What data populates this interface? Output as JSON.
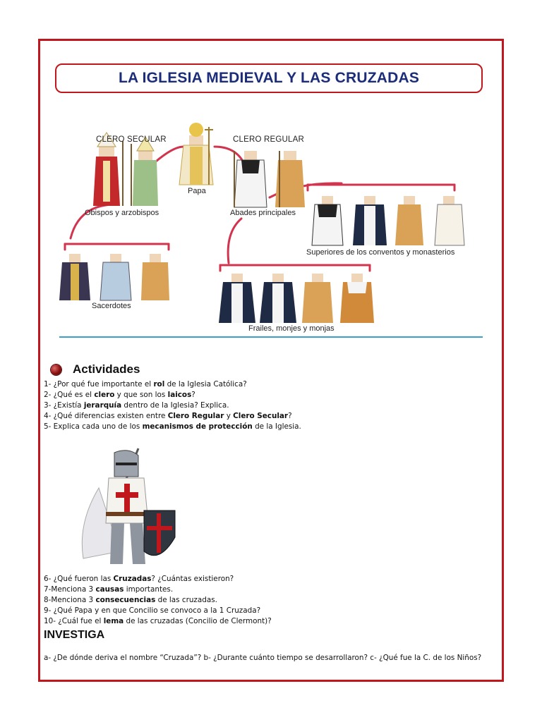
{
  "title": "LA IGLESIA MEDIEVAL Y LAS CRUZADAS",
  "diagram": {
    "clero_secular": "CLERO SECULAR",
    "clero_regular": "CLERO REGULAR",
    "papa": "Papa",
    "obispos": "Obispos y arzobispos",
    "abades": "Abades principales",
    "superiores": "Superiores de los conventos y monasterios",
    "sacerdotes": "Sacerdotes",
    "frailes": "Frailes, monjes y monjas"
  },
  "actividades": {
    "heading": "Actividades",
    "questions": [
      {
        "pre": "1- ¿Por qué fue importante el ",
        "b1": "rol",
        "mid": " de la Iglesia Católica?",
        "b2": "",
        "post": ""
      },
      {
        "pre": "2- ¿Qué es el ",
        "b1": "clero",
        "mid": " y que son los ",
        "b2": "laicos",
        "post": "?"
      },
      {
        "pre": "3- ¿Existía ",
        "b1": "jerarquía",
        "mid": " dentro de la Iglesia? Explica.",
        "b2": "",
        "post": ""
      },
      {
        "pre": "4- ¿Qué diferencias existen entre ",
        "b1": "Clero Regular",
        "mid": " y ",
        "b2": "Clero Secular",
        "post": "?"
      },
      {
        "pre": "5- Explica cada uno de los ",
        "b1": "mecanismos de protección",
        "mid": " de la Iglesia.",
        "b2": "",
        "post": ""
      }
    ],
    "questions2": [
      {
        "pre": "6- ¿Qué fueron las ",
        "b1": "Cruzadas",
        "mid": "? ¿Cuántas existieron?",
        "b2": "",
        "post": ""
      },
      {
        "pre": "7-Menciona 3 ",
        "b1": "causas",
        "mid": " importantes.",
        "b2": "",
        "post": ""
      },
      {
        "pre": "8-Menciona 3 ",
        "b1": "consecuencias",
        "mid": " de las cruzadas.",
        "b2": "",
        "post": ""
      },
      {
        "pre": "9- ¿Qué Papa y en que Concilio se convoco a la 1 Cruzada?",
        "b1": "",
        "mid": "",
        "b2": "",
        "post": ""
      },
      {
        "pre": "10- ¿Cuál fue el ",
        "b1": "lema",
        "mid": " de las cruzadas (Concilio de Clermont)?",
        "b2": "",
        "post": ""
      }
    ]
  },
  "investiga": {
    "heading": "INVESTIGA",
    "text": "a- ¿De dónde deriva el nombre “Cruzada”? b- ¿Durante cuánto tiempo se desarrollaron? c- ¿Qué fue la C. de los Niños?"
  },
  "colors": {
    "frame": "#c0171c",
    "title": "#1b2d7a",
    "connector": "#d2344f",
    "baseline": "#3aa0c8"
  }
}
